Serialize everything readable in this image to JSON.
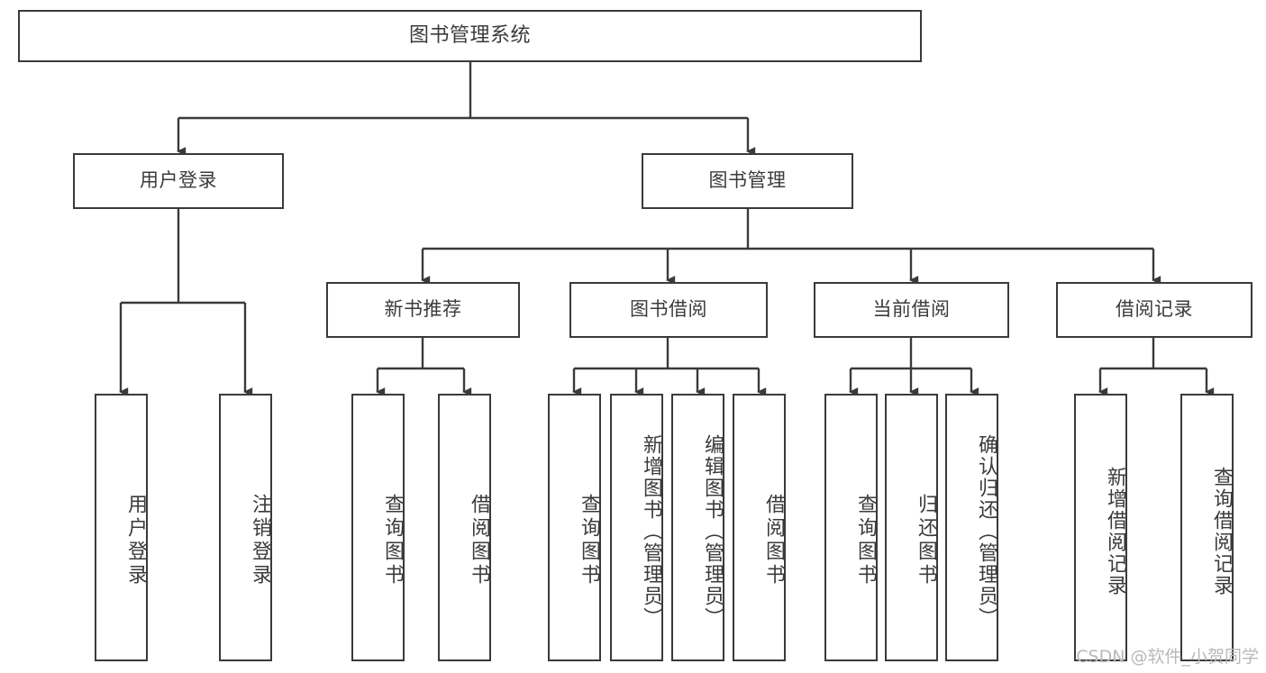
{
  "diagram": {
    "type": "tree-hierarchy",
    "title": "图书管理系统",
    "orientation": "top-down",
    "edge_style": "orthogonal-arrow",
    "colors": {
      "box_border": "#3a3a3a",
      "box_fill": "#ffffff",
      "text": "#3b3b3b",
      "line": "#3a3a3a",
      "watermark": "#b9b9b9",
      "background": "#ffffff"
    }
  },
  "root": {
    "label": "图书管理系统"
  },
  "level2": [
    {
      "label": "用户登录"
    },
    {
      "label": "图书管理"
    }
  ],
  "level3": [
    {
      "label": "新书推荐"
    },
    {
      "label": "图书借阅"
    },
    {
      "label": "当前借阅"
    },
    {
      "label": "借阅记录"
    }
  ],
  "leaves": {
    "user_login": [
      {
        "label": "用户登录"
      },
      {
        "label": "注销登录"
      }
    ],
    "new_book_recommend": [
      {
        "label": "查询图书"
      },
      {
        "label": "借阅图书"
      }
    ],
    "book_borrow": [
      {
        "label": "查询图书"
      },
      {
        "label": "新增图书（管理员）"
      },
      {
        "label": "编辑图书（管理员）"
      },
      {
        "label": "借阅图书"
      }
    ],
    "current_borrow": [
      {
        "label": "查询图书"
      },
      {
        "label": "归还图书"
      },
      {
        "label": "确认归还（管理员）"
      }
    ],
    "borrow_record": [
      {
        "label": "新增借阅记录"
      },
      {
        "label": "查询借阅记录"
      }
    ]
  },
  "watermark": {
    "text": "CSDN @软件_小贺同学"
  }
}
